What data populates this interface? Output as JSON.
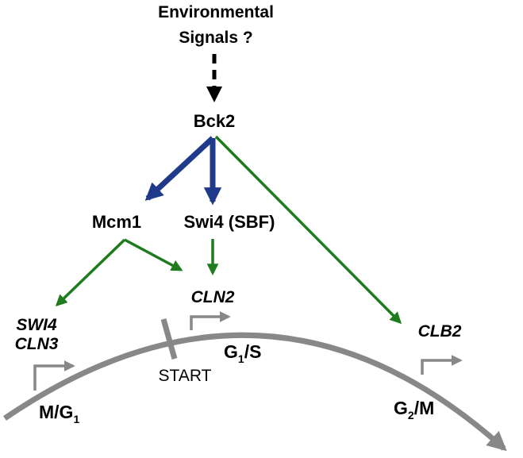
{
  "labels": {
    "env_line1": "Environmental",
    "env_line2": "Signals ?",
    "bck2": "Bck2",
    "mcm1": "Mcm1",
    "swi4_sbf": "Swi4 (SBF)",
    "swi4_gene": "SWI4",
    "cln3_gene": "CLN3",
    "cln2_gene": "CLN2",
    "clb2_gene": "CLB2",
    "start": "START",
    "g1s_main": "G",
    "g1s_sub": "1",
    "g1s_tail": "/S",
    "mg1_main": "M/G",
    "mg1_sub": "1",
    "g2m_main": "G",
    "g2m_sub": "2",
    "g2m_tail": "/M"
  },
  "colors": {
    "blue_arrow": "#1f3a8a",
    "green_arrow": "#1e7b1e",
    "cycle_gray": "#888888",
    "dashed_black": "#000000"
  }
}
